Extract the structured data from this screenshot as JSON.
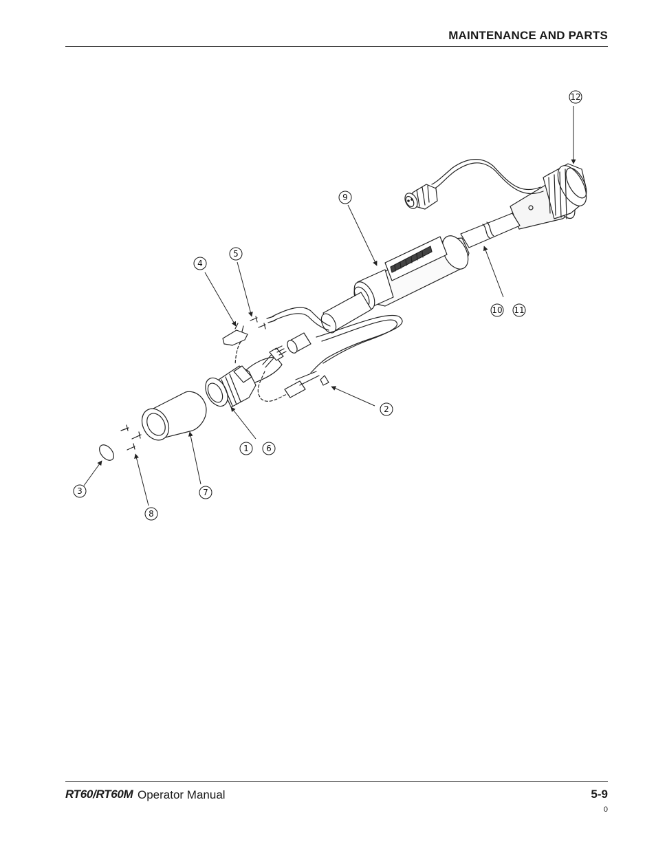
{
  "header": {
    "title": "MAINTENANCE AND PARTS"
  },
  "footer": {
    "model": "RT60/RT60M",
    "document": "Operator Manual",
    "page_number": "5-9",
    "revision": "0"
  },
  "diagram": {
    "callouts": {
      "c1": "1",
      "c2": "2",
      "c3": "3",
      "c4": "4",
      "c5": "5",
      "c6": "6",
      "c7": "7",
      "c8": "8",
      "c9": "9",
      "c10": "10",
      "c11": "11",
      "c12": "12"
    }
  }
}
